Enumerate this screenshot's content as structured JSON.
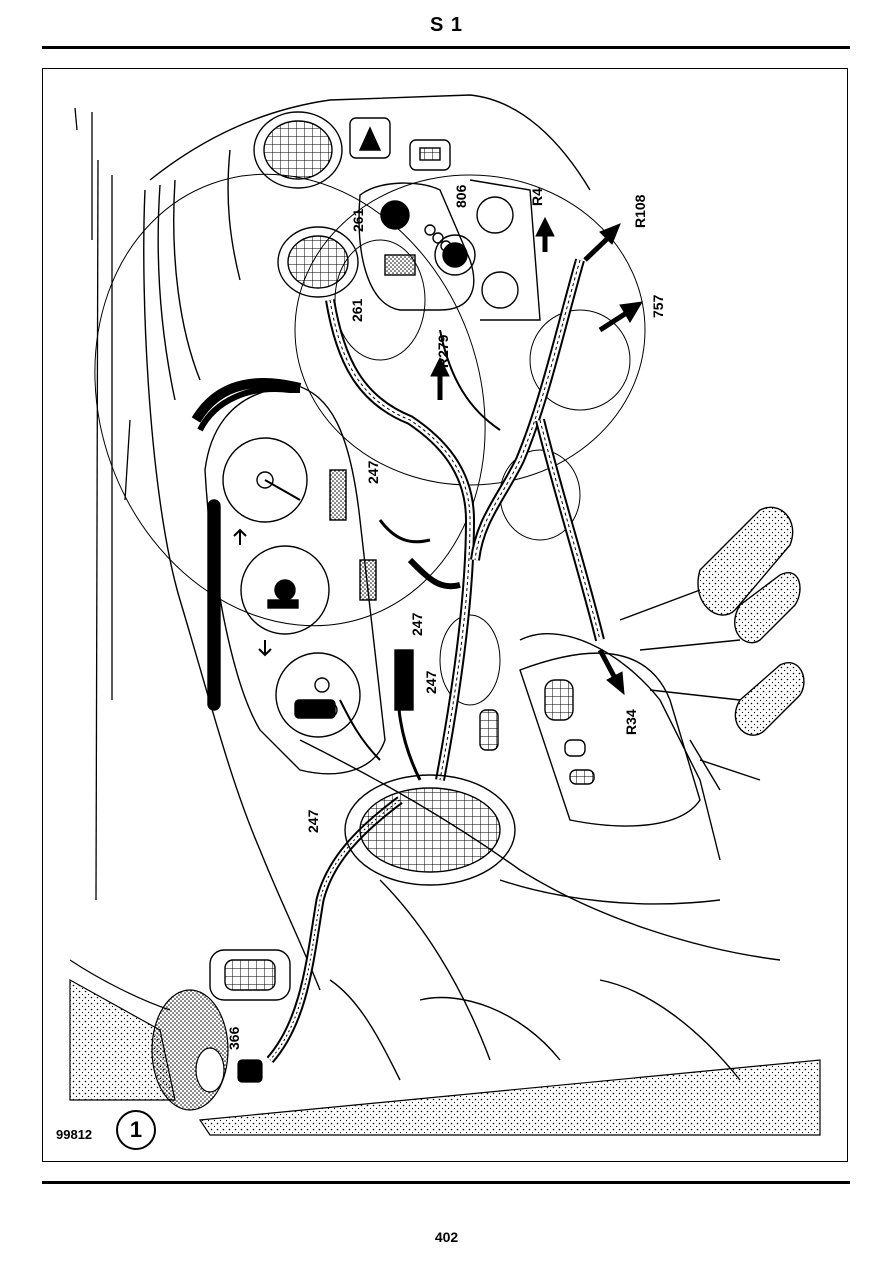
{
  "header": {
    "title": "S 1"
  },
  "figure": {
    "reference": "99812",
    "number": "1",
    "callouts": {
      "c261a": "261",
      "c261b": "261",
      "c806": "806",
      "cR4": "R4",
      "cR108": "R108",
      "c757": "757",
      "cR279": "R279",
      "c247a": "247",
      "c247b": "247",
      "c247c": "247",
      "c247d": "247",
      "cR34": "R34",
      "c366": "366"
    }
  },
  "footer": {
    "page_number": "402"
  }
}
